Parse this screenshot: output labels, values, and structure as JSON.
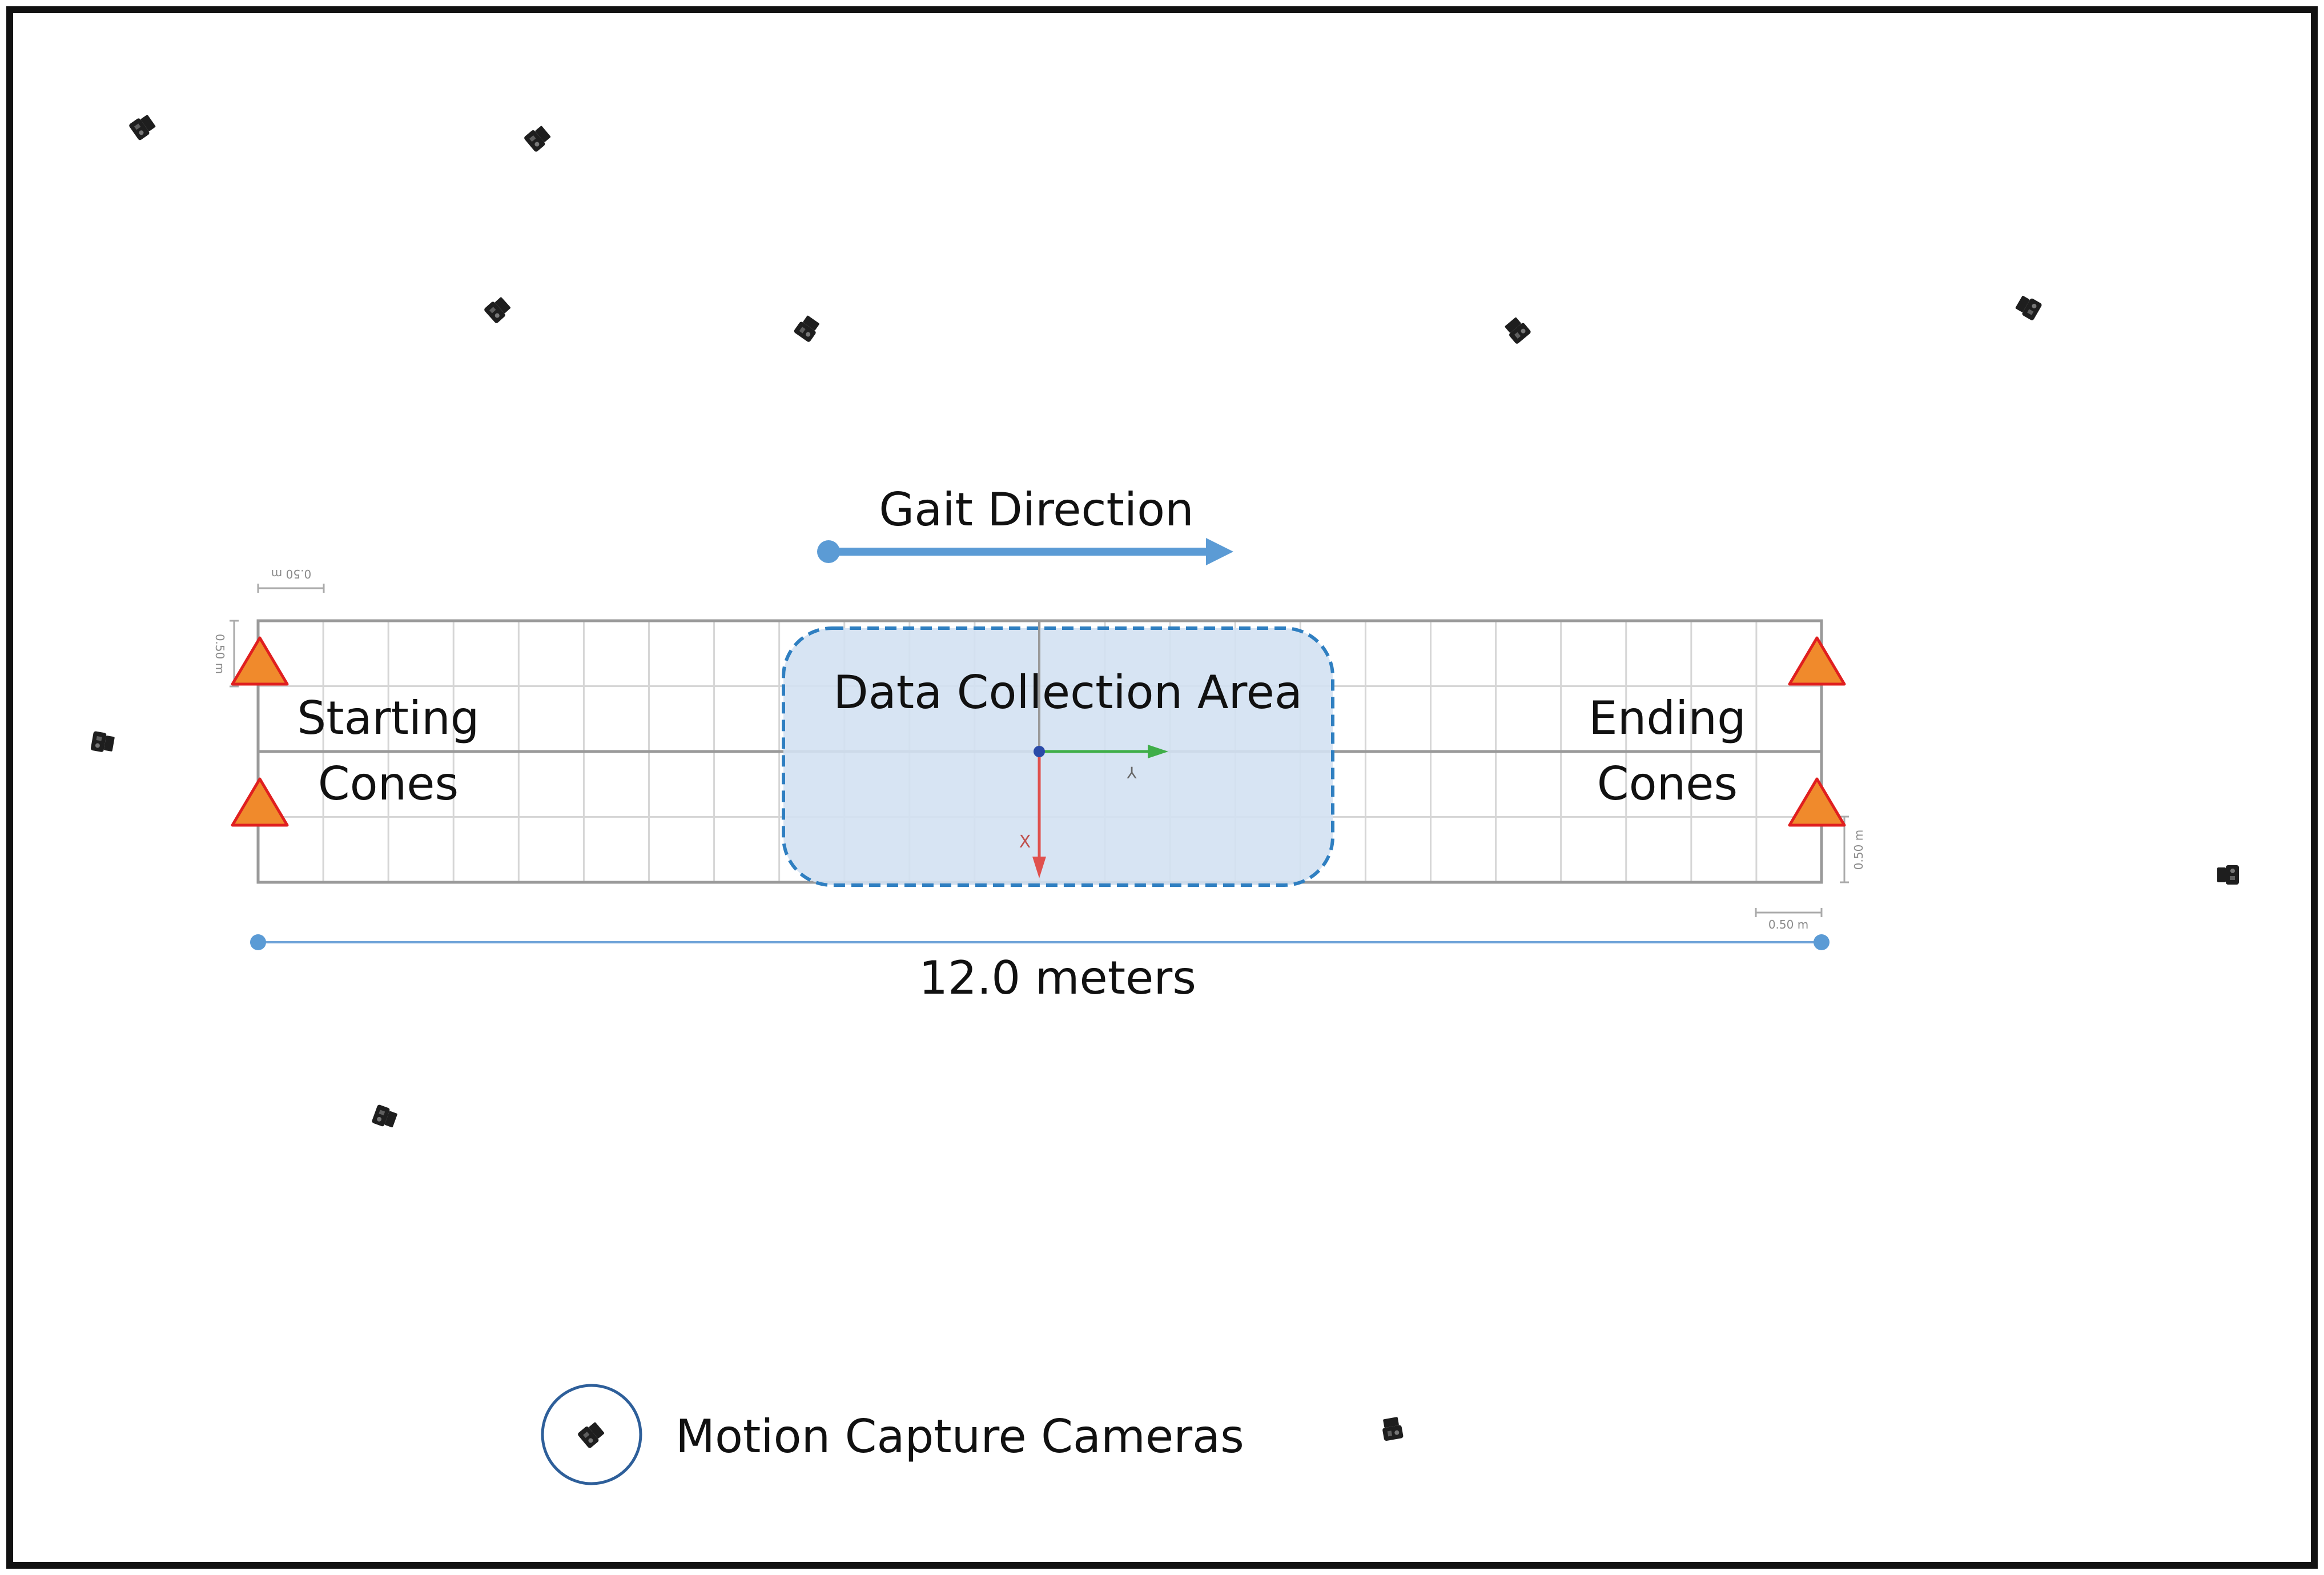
{
  "labels": {
    "gait_direction": "Gait Direction",
    "data_collection_area": "Data Collection Area",
    "starting_cones": [
      "Starting",
      "Cones"
    ],
    "ending_cones": [
      "Ending",
      "Cones"
    ],
    "distance": "12.0 meters",
    "legend": "Motion Capture Cameras",
    "axis_x": "X",
    "axis_y": "Y",
    "scale_label": "0.50 m"
  },
  "icons": {
    "camera": "motion-capture-camera-icon",
    "cone": "traffic-cone-icon",
    "arrow": "arrow-right-icon"
  },
  "colors": {
    "frame": "#111111",
    "grid": "#d6d6d6",
    "grid_outline": "#9a9a9a",
    "area_fill": "#d3e1f2",
    "area_border": "#2f7fc1",
    "arrow": "#5b9bd5",
    "cone_fill": "#f08a2c",
    "cone_stroke": "#e01f1f",
    "axis_x": "#e0504d",
    "axis_y": "#3fae49",
    "origin": "#2a4aa8",
    "camera": "#1e1e1e"
  }
}
